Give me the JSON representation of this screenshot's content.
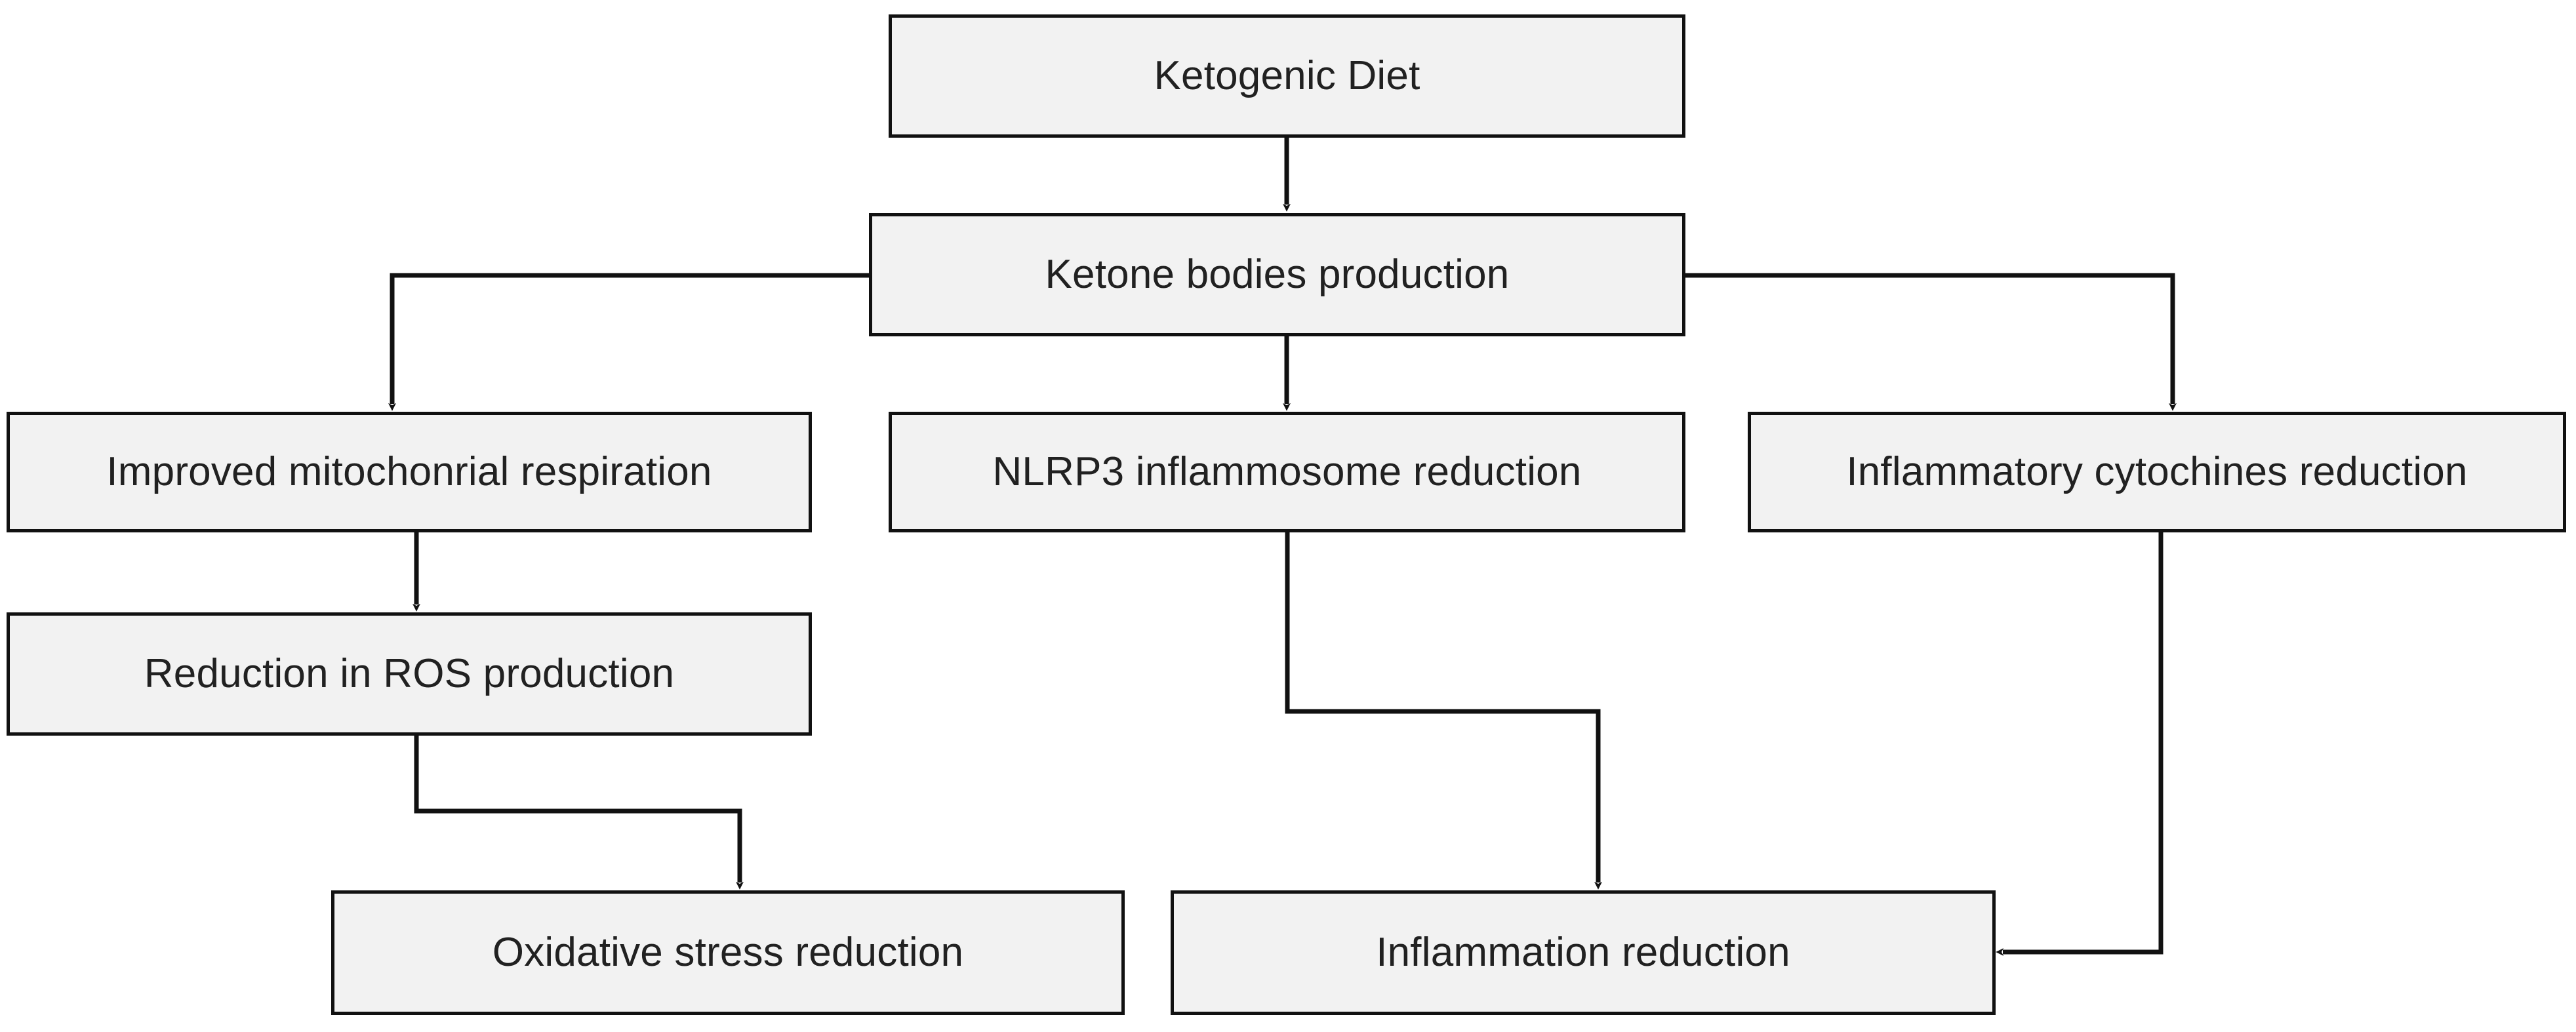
{
  "diagram": {
    "title": "Ketogenic Diet anti-inflammatory and antioxidant pathway flowchart",
    "background_color": "#ffffff",
    "node_fill_color": "#f2f2f2",
    "node_border_color": "#111111",
    "edge_color": "#111111",
    "text_color": "#212121",
    "nodes": [
      {
        "id": "ketogenic_diet",
        "label": "Ketogenic Diet"
      },
      {
        "id": "ketone_bodies",
        "label": "Ketone bodies production"
      },
      {
        "id": "mito_respiration",
        "label": "Improved mitochonrial respiration"
      },
      {
        "id": "nlrp3_reduction",
        "label": "NLRP3 inflammosome reduction"
      },
      {
        "id": "cytochines_reduction",
        "label": "Inflammatory cytochines reduction"
      },
      {
        "id": "ros_reduction",
        "label": "Reduction in ROS production"
      },
      {
        "id": "oxidative_stress",
        "label": "Oxidative stress reduction"
      },
      {
        "id": "inflammation_reduction",
        "label": "Inflammation reduction"
      }
    ],
    "edges": [
      {
        "from": "ketogenic_diet",
        "to": "ketone_bodies",
        "style": "straight-down"
      },
      {
        "from": "ketone_bodies",
        "to": "mito_respiration",
        "style": "elbow-left"
      },
      {
        "from": "ketone_bodies",
        "to": "nlrp3_reduction",
        "style": "straight-down"
      },
      {
        "from": "ketone_bodies",
        "to": "cytochines_reduction",
        "style": "elbow-right"
      },
      {
        "from": "mito_respiration",
        "to": "ros_reduction",
        "style": "straight-down"
      },
      {
        "from": "ros_reduction",
        "to": "oxidative_stress",
        "style": "elbow-right"
      },
      {
        "from": "nlrp3_reduction",
        "to": "inflammation_reduction",
        "style": "elbow-right"
      },
      {
        "from": "cytochines_reduction",
        "to": "inflammation_reduction",
        "style": "elbow-left-into-side"
      }
    ]
  }
}
